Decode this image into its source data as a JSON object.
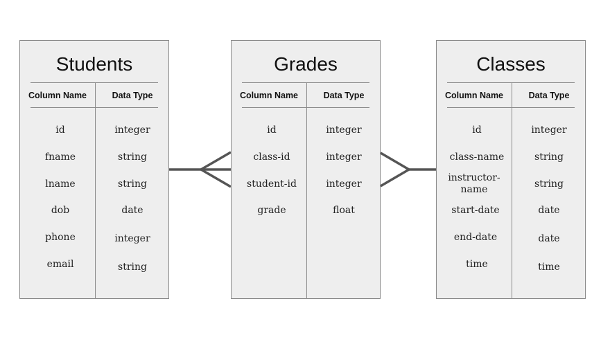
{
  "tables": [
    {
      "name": "Students",
      "column_header": "Column Name",
      "type_header": "Data Type",
      "rows": [
        {
          "column": "id",
          "type": "integer"
        },
        {
          "column": "fname",
          "type": "string"
        },
        {
          "column": "lname",
          "type": "string"
        },
        {
          "column": "dob",
          "type": "date"
        },
        {
          "column": "phone",
          "type": "integer"
        },
        {
          "column": "email",
          "type": "string"
        }
      ]
    },
    {
      "name": "Grades",
      "column_header": "Column Name",
      "type_header": "Data Type",
      "rows": [
        {
          "column": "id",
          "type": "integer"
        },
        {
          "column": "class-id",
          "type": "integer"
        },
        {
          "column": "student-id",
          "type": "integer"
        },
        {
          "column": "grade",
          "type": "float"
        }
      ]
    },
    {
      "name": "Classes",
      "column_header": "Column Name",
      "type_header": "Data Type",
      "rows": [
        {
          "column": "id",
          "type": "integer"
        },
        {
          "column": "class-name",
          "type": "string"
        },
        {
          "column": "instructor-name",
          "type": "string"
        },
        {
          "column": "start-date",
          "type": "date"
        },
        {
          "column": "end-date",
          "type": "date"
        },
        {
          "column": "time",
          "type": "time"
        }
      ]
    }
  ],
  "relationships": [
    {
      "from": "Students",
      "to": "Grades",
      "notation": "one-to-many"
    },
    {
      "from": "Classes",
      "to": "Grades",
      "notation": "one-to-many"
    }
  ],
  "colors": {
    "table_fill": "#eeeeee",
    "table_border": "#8a8a8a",
    "connector": "#555555",
    "text": "#111111"
  }
}
